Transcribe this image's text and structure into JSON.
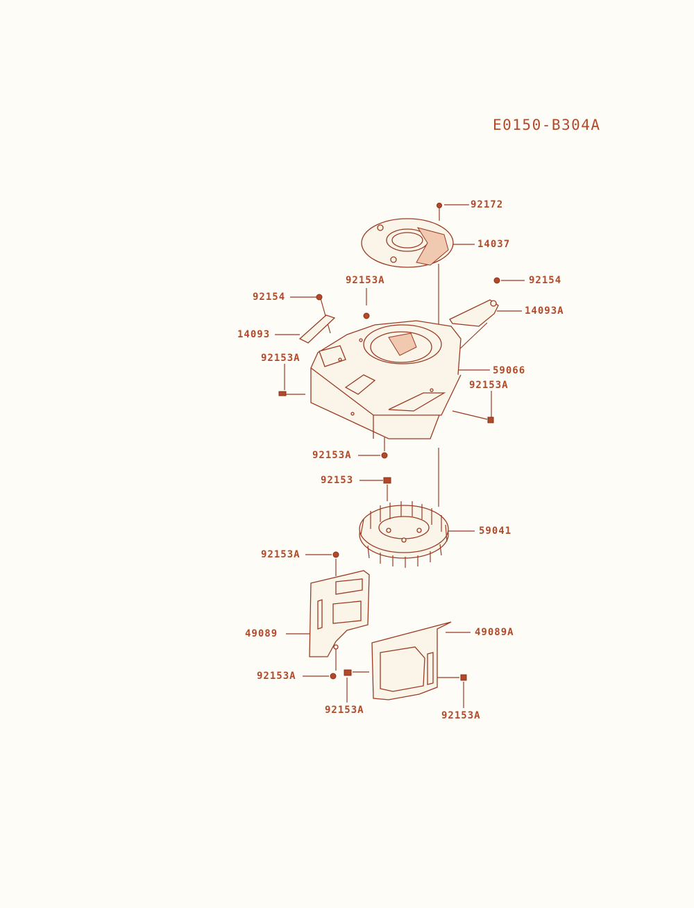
{
  "diagram_code": "E0150-B304A",
  "colors": {
    "ink": "#b24a2a",
    "line": "#9a3a22",
    "background": "#fdfcf7"
  },
  "labels": {
    "p92172": "92172",
    "p14037": "14037",
    "p92154_right": "92154",
    "p14093A": "14093A",
    "p92153A_top": "92153A",
    "p92154_left": "92154",
    "p14093": "14093",
    "p92153A_left": "92153A",
    "p59066": "59066",
    "p92153A_right": "92153A",
    "p92153A_bottom": "92153A",
    "p92153": "92153",
    "p59041": "59041",
    "p92153A_plate": "92153A",
    "p49089": "49089",
    "p49089A": "49089A",
    "p92153A_plate_low": "92153A",
    "p92153A_cover_left": "92153A",
    "p92153A_cover_right": "92153A"
  }
}
